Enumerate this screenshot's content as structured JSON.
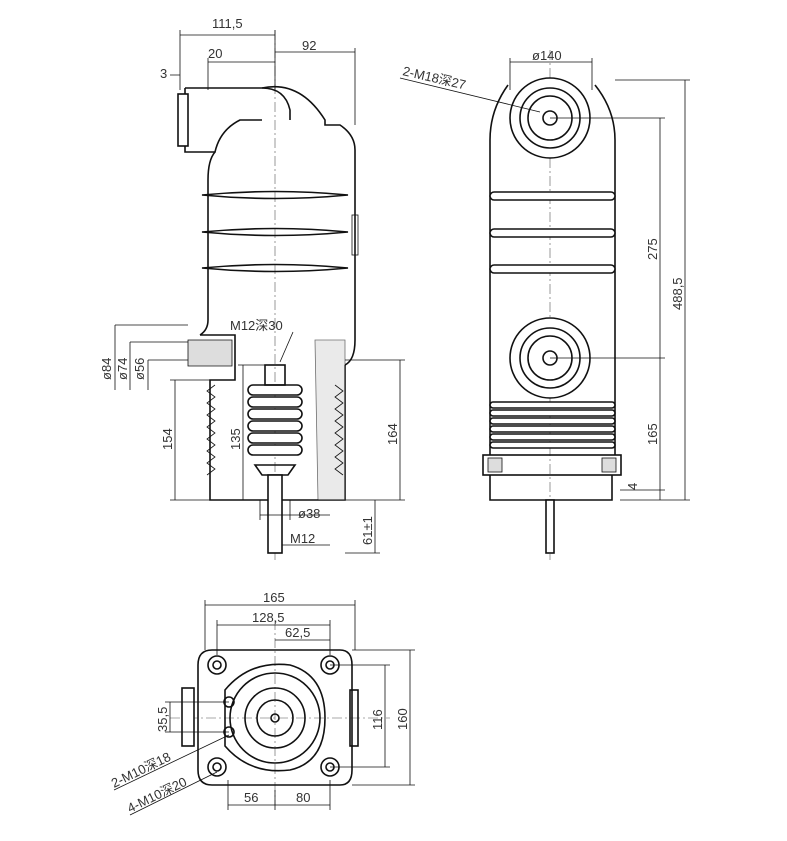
{
  "front_view": {
    "dims": {
      "d111_5": "111,5",
      "d20": "20",
      "d92": "92",
      "d3": "3",
      "thread_top": "M12深30",
      "dia84": "ø84",
      "dia74": "ø74",
      "dia56": "ø56",
      "d154": "154",
      "d135": "135",
      "d164": "164",
      "dia38": "ø38",
      "m12": "M12",
      "d61": "61±1"
    }
  },
  "side_view": {
    "dims": {
      "dia140": "ø140",
      "thread": "2-M18深27",
      "d275": "275",
      "d488_5": "488,5",
      "d165": "165",
      "d4": "4"
    }
  },
  "bottom_view": {
    "dims": {
      "d165": "165",
      "d128_5": "128,5",
      "d62_5": "62,5",
      "d35_5": "35,5",
      "d116": "116",
      "d160": "160",
      "thread_a": "2-M10深18",
      "thread_b": "4-M10深20",
      "d56": "56",
      "d80": "80"
    }
  }
}
